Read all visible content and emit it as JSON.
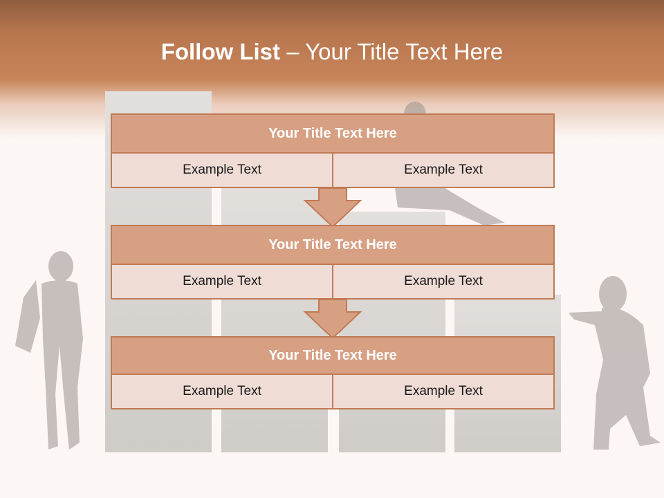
{
  "title": {
    "bold": "Follow List",
    "separator": " – ",
    "rest": "Your Title Text Here"
  },
  "blocks": [
    {
      "title": "Your Title Text Here",
      "cells": [
        "Example Text",
        "Example Text"
      ]
    },
    {
      "title": "Your Title Text Here",
      "cells": [
        "Example Text",
        "Example Text"
      ]
    },
    {
      "title": "Your Title Text Here",
      "cells": [
        "Example Text",
        "Example Text"
      ]
    }
  ],
  "colors": {
    "header_band": "#c88559",
    "block_fill": "#d7a083",
    "block_border": "#c07a55",
    "row_fill": "#efdcd4",
    "background": "#fcf7f5"
  },
  "icons": [
    "down-arrow-icon",
    "down-arrow-icon"
  ]
}
